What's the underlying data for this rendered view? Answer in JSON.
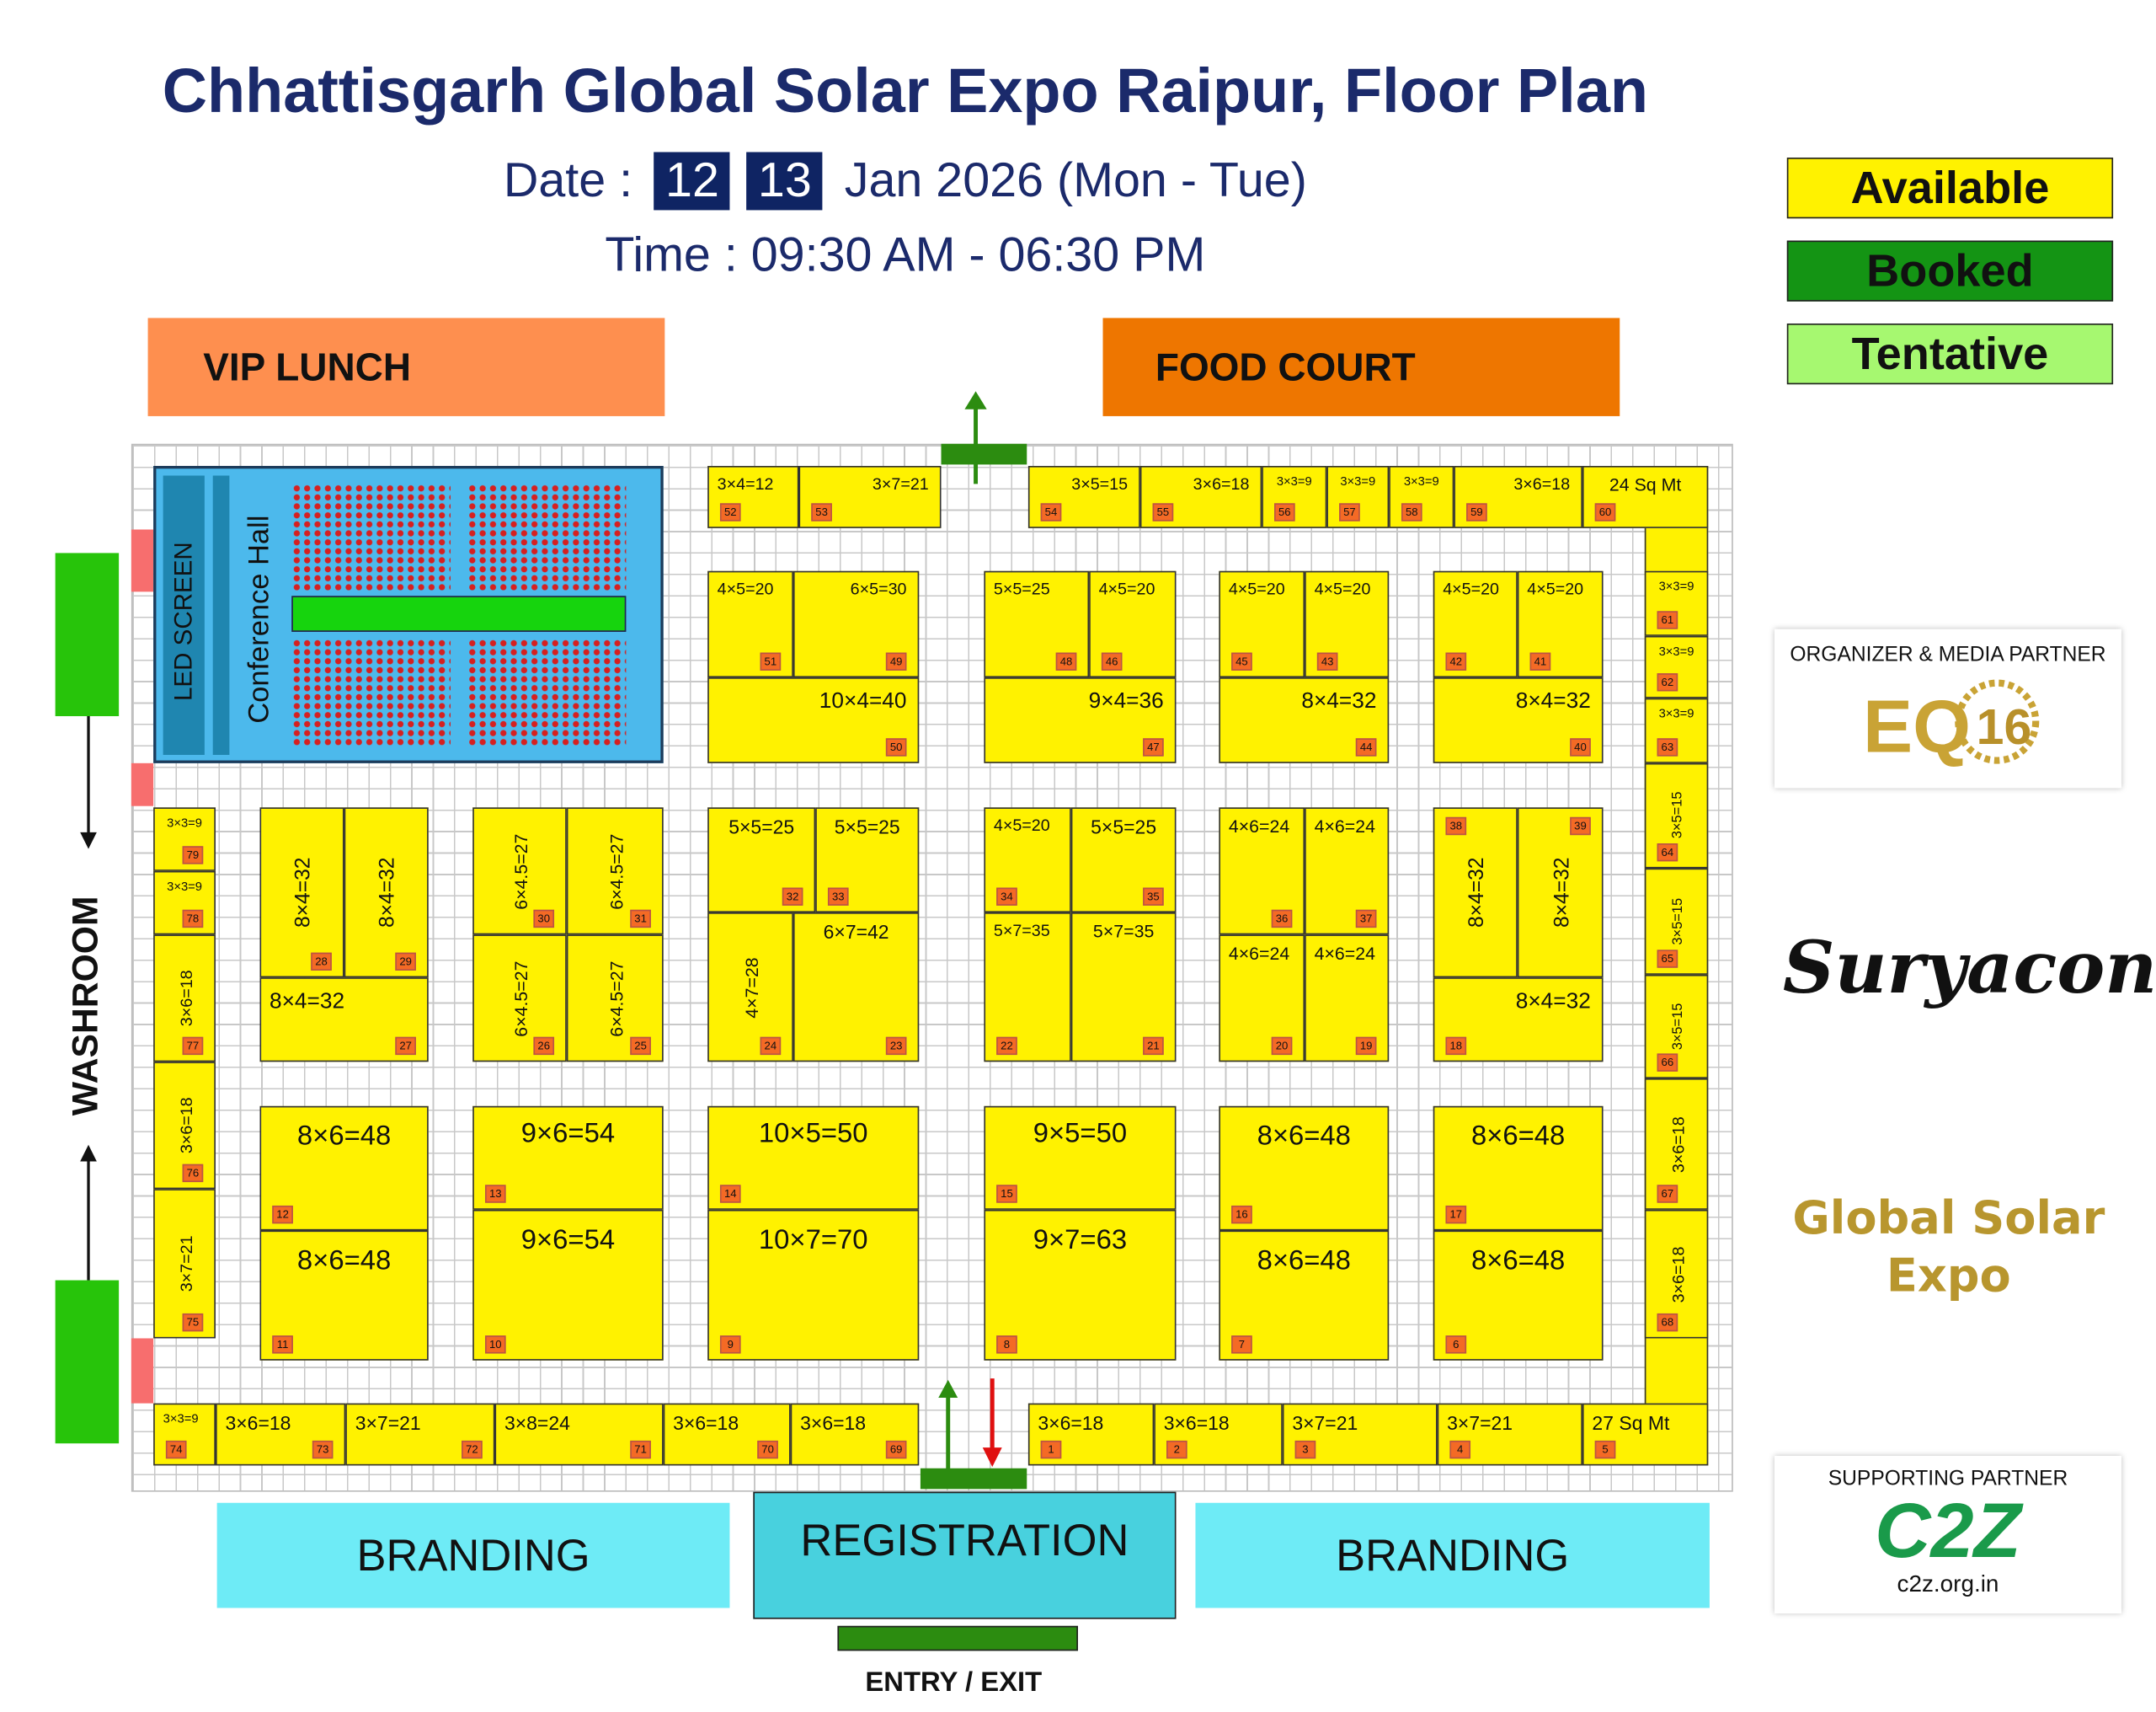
{
  "header": {
    "title": "Chhattisgarh Global Solar Expo Raipur, Floor Plan",
    "date_label": "Date :",
    "date_day1": "12",
    "date_day2": "13",
    "date_rest": "Jan 2026 (Mon - Tue)",
    "time": "Time : 09:30 AM - 06:30 PM"
  },
  "legend": [
    {
      "label": "Available",
      "color": "#fff200"
    },
    {
      "label": "Booked",
      "color": "#149414"
    },
    {
      "label": "Tentative",
      "color": "#a6f870"
    }
  ],
  "zones": {
    "vip_lunch": "VIP LUNCH",
    "food_court": "FOOD COURT",
    "led_screen": "LED SCREEN",
    "conference_hall": "Conference Hall",
    "washroom": "WASHROOM",
    "branding_left": "BRANDING",
    "registration": "REGISTRATION",
    "branding_right": "BRANDING",
    "entry_exit": "ENTRY / EXIT"
  },
  "booths": {
    "1": "3×6=18",
    "2": "3×6=18",
    "3": "3×7=21",
    "4": "3×7=21",
    "5": "27 Sq Mt",
    "6": "8×6=48",
    "7": "8×6=48",
    "8": "9×7=63",
    "9": "10×7=70",
    "10": "9×6=54",
    "11": "8×6=48",
    "12": "8×6=48",
    "13": "9×6=54",
    "14": "10×5=50",
    "15": "9×5=50",
    "16": "8×6=48",
    "17": "8×6=48",
    "18": "8×4=32",
    "19": "4×6=24",
    "20": "4×6=24",
    "21": "5×7=35",
    "22": "5×7=35",
    "23": "6×7=42",
    "24": "4×7=28",
    "25": "6×4.5=27",
    "26": "6×4.5=27",
    "27": "8×4=32",
    "28": "8×4=32",
    "29": "8×4=32",
    "30": "6×4.5=27",
    "31": "6×4.5=27",
    "32": "5×5=25",
    "33": "5×5=25",
    "34": "4×5=20",
    "35": "5×5=25",
    "36": "4×6=24",
    "37": "4×6=24",
    "38": "8×4=32",
    "39": "8×4=32",
    "40": "8×4=32",
    "41": "4×5=20",
    "42": "4×5=20",
    "43": "4×5=20",
    "44": "8×4=32",
    "45": "4×5=20",
    "46": "4×5=20",
    "47": "9×4=36",
    "48": "5×5=25",
    "49": "6×5=30",
    "50": "10×4=40",
    "51": "4×5=20",
    "52": "3×4=12",
    "53": "3×7=21",
    "54": "3×5=15",
    "55": "3×6=18",
    "56": "3×3=9",
    "57": "3×3=9",
    "58": "3×3=9",
    "59": "3×6=18",
    "60": "24 Sq Mt",
    "61": "3×3=9",
    "62": "3×3=9",
    "63": "3×3=9",
    "64": "3×5=15",
    "65": "3×5=15",
    "66": "3×5=15",
    "67": "3×6=18",
    "68": "3×6=18",
    "69": "3×6=18",
    "70": "3×6=18",
    "71": "3×8=24",
    "72": "3×7=21",
    "73": "3×6=18",
    "74": "3×3=9",
    "75": "3×7=21",
    "76": "3×6=18",
    "77": "3×6=18",
    "78": "3×3=9",
    "79": "3×3=9"
  },
  "partners": {
    "organizer_label": "ORGANIZER & MEDIA PARTNER",
    "organizer_logo": "EQ 16 Years Celebration",
    "sponsor_logo": "Suryacon",
    "expo_logo": "Global Solar Expo",
    "supporting_label": "SUPPORTING PARTNER",
    "supporting_logo": "C2Z",
    "supporting_url": "c2z.org.in"
  }
}
